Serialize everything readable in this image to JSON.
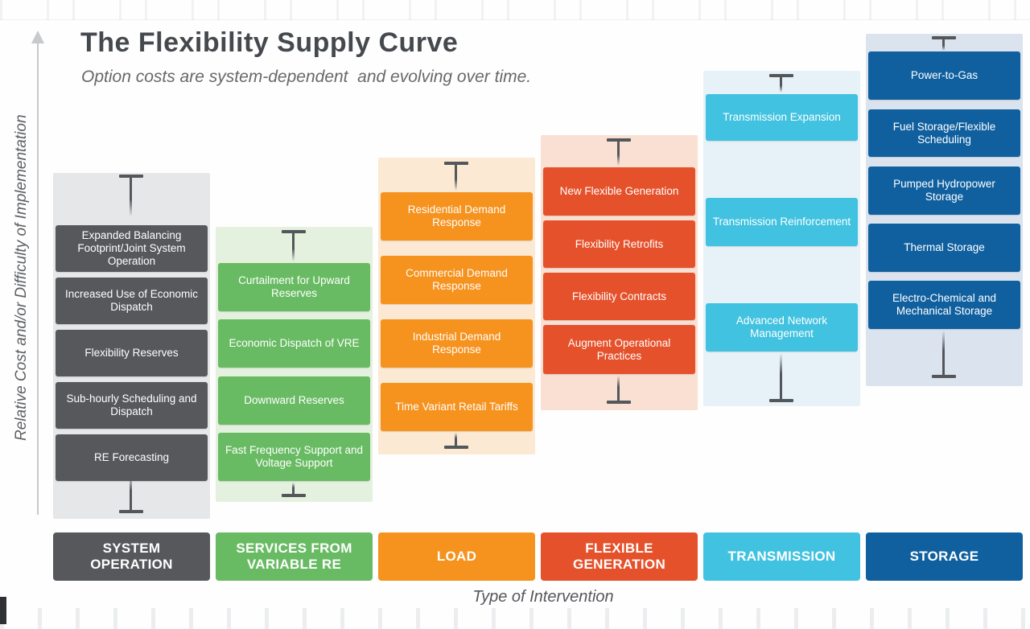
{
  "figure": {
    "title": "The Flexibility Supply Curve",
    "subtitle": "Option costs are system-dependent  and evolving over time.",
    "y_axis_label": "Relative Cost and/or Difficulty of Implementation",
    "x_axis_label": "Type of Intervention"
  },
  "colors": {
    "title_text": "#45494E",
    "subtitle_text": "#67686A",
    "axis_text": "#5D6064",
    "axis_arrow": "#C7C9CB",
    "error_bar": "#53575B",
    "system_operation": "#56585C",
    "system_operation_band": "#E6E7E8",
    "services_from_variable_re": "#68BB63",
    "services_from_variable_re_band": "#E4F1DF",
    "load": "#F6921E",
    "load_band": "#FBE9D3",
    "flexible_generation": "#E5512B",
    "flexible_generation_band": "#F9E0D3",
    "transmission": "#41C2E0",
    "transmission_band": "#E7F2F8",
    "storage": "#10609F",
    "storage_band": "#DAE3EE"
  },
  "columns": [
    {
      "header": "SYSTEM OPERATION",
      "color": "#56585C",
      "band_color": "#E6E7E8",
      "boxes": [
        "Expanded Balancing Footprint/Joint System Operation",
        "Increased Use of Economic Dispatch",
        "Flexibility Reserves",
        "Sub-hourly Scheduling and Dispatch",
        "RE Forecasting"
      ]
    },
    {
      "header": "SERVICES FROM VARIABLE RE",
      "color": "#68BB63",
      "band_color": "#E4F1DF",
      "boxes": [
        "Curtailment for Upward Reserves",
        "Economic Dispatch of VRE",
        "Downward Reserves",
        "Fast Frequency Support and Voltage Support"
      ]
    },
    {
      "header": "LOAD",
      "color": "#F6921E",
      "band_color": "#FBE9D3",
      "boxes": [
        "Residential Demand Response",
        "Commercial Demand Response",
        "Industrial Demand Response",
        "Time Variant Retail Tariffs"
      ]
    },
    {
      "header": "FLEXIBLE GENERATION",
      "color": "#E5512B",
      "band_color": "#F9E0D3",
      "boxes": [
        "New Flexible Generation",
        "Flexibility Retrofits",
        "Flexibility Contracts",
        "Augment Operational Practices"
      ]
    },
    {
      "header": "TRANSMISSION",
      "color": "#41C2E0",
      "band_color": "#E7F2F8",
      "boxes": [
        "Transmission Expansion",
        "Transmission Reinforcement",
        "Advanced Network Management"
      ]
    },
    {
      "header": "STORAGE",
      "color": "#10609F",
      "band_color": "#DAE3EE",
      "boxes": [
        "Power-to-Gas",
        "Fuel Storage/Flexible Scheduling",
        "Pumped Hydropower Storage",
        "Thermal Storage",
        "Electro-Chemical and Mechanical Storage"
      ]
    }
  ]
}
